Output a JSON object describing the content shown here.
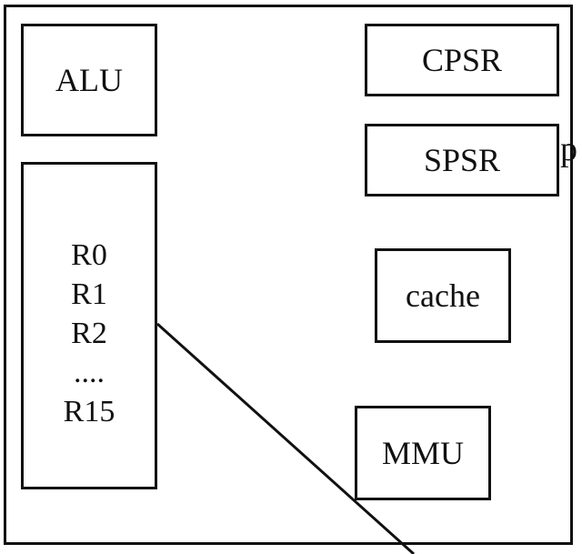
{
  "diagram": {
    "alu_label": "ALU",
    "registers": [
      "R0",
      "R1",
      "R2",
      "....",
      "R15"
    ],
    "cpsr_label": "CPSR",
    "spsr_label": "SPSR",
    "cache_label": "cache",
    "mmu_label": "MMU",
    "edge_text": "p"
  },
  "colors": {
    "stroke": "#111111",
    "background": "#ffffff"
  }
}
